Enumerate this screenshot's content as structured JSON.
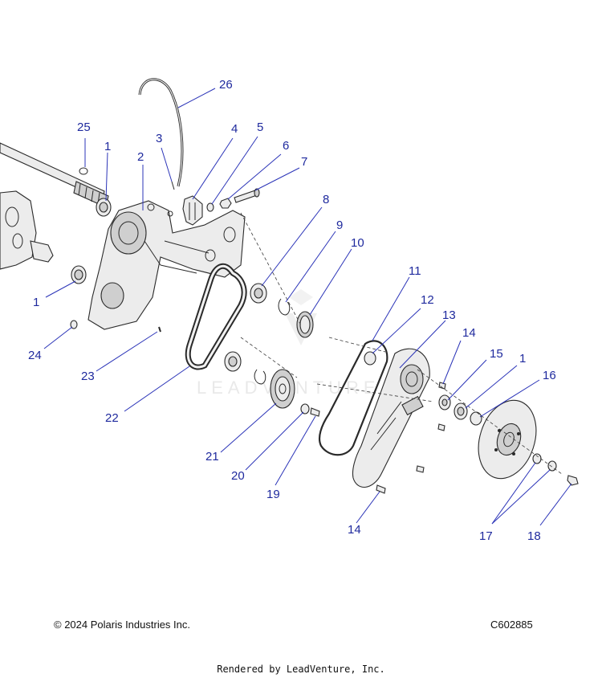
{
  "callouts": [
    {
      "num": "26"
    },
    {
      "num": "25"
    },
    {
      "num": "1"
    },
    {
      "num": "2"
    },
    {
      "num": "3"
    },
    {
      "num": "4"
    },
    {
      "num": "5"
    },
    {
      "num": "6"
    },
    {
      "num": "7"
    },
    {
      "num": "8"
    },
    {
      "num": "9"
    },
    {
      "num": "10"
    },
    {
      "num": "1"
    },
    {
      "num": "24"
    },
    {
      "num": "23"
    },
    {
      "num": "22"
    },
    {
      "num": "11"
    },
    {
      "num": "12"
    },
    {
      "num": "13"
    },
    {
      "num": "14"
    },
    {
      "num": "15"
    },
    {
      "num": "1"
    },
    {
      "num": "16"
    },
    {
      "num": "21"
    },
    {
      "num": "20"
    },
    {
      "num": "19"
    },
    {
      "num": "14"
    },
    {
      "num": "17"
    },
    {
      "num": "18"
    }
  ],
  "footer": {
    "copyright": "© 2024 Polaris Industries Inc.",
    "diagram_id": "C602885",
    "rendered_by": "Rendered by LeadVenture, Inc."
  },
  "watermark": "LEADVENTURE"
}
